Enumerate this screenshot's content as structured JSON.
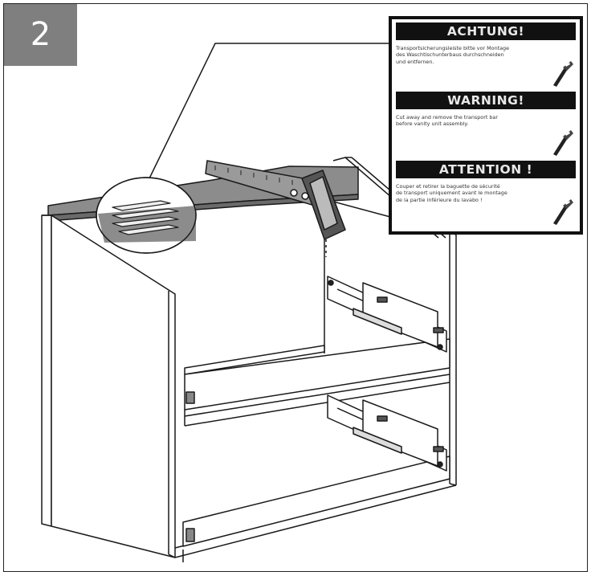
{
  "step": {
    "number": "2"
  },
  "warnings": [
    {
      "heading": "ACHTUNG!",
      "text": "Transportsicherungsleiste bitte vor Montage\ndes Waschtischunterbaus durchschneiden\nund entfernen."
    },
    {
      "heading": "WARNING!",
      "text": "Cut away and remove the transport bar\nbefore vanity unit assembly."
    },
    {
      "heading": "ATTENTION !",
      "text": "Couper et retirer la baguette de sécurité\nde transport uniquement avant le montage\nde la partie inférieure du lavabo !"
    }
  ],
  "colors": {
    "badge": "#7f7f7f",
    "line": "#1a1a1a",
    "panel_gray": "#7a7a7a",
    "warning_header_bg": "#111111"
  },
  "icons": [
    "saw-icon",
    "saw-icon",
    "saw-icon",
    "saw-illustration"
  ]
}
